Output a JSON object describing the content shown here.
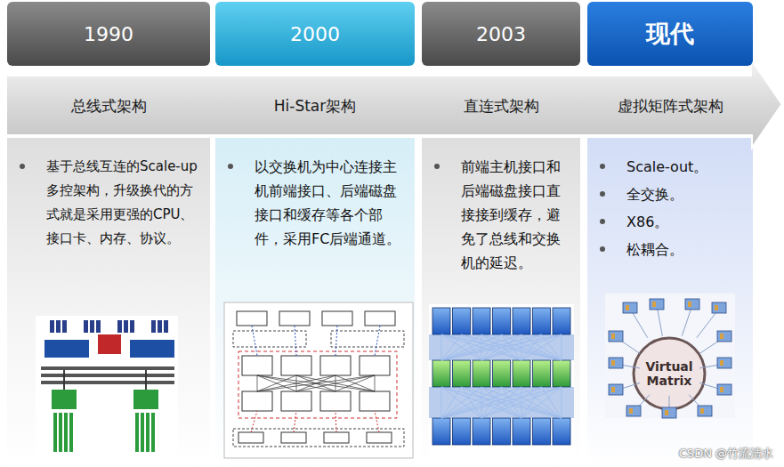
{
  "diagram": {
    "nodes": [
      {
        "text": [
          "1990"
        ]
      },
      {
        "text": [
          "2000"
        ]
      },
      {
        "text": [
          "2003"
        ]
      },
      {
        "text": [
          "现代"
        ]
      },
      {
        "text": [
          "总线式架构"
        ]
      },
      {
        "text": [
          "Hi-Star架构"
        ]
      },
      {
        "text": [
          "直连式架构"
        ]
      },
      {
        "text": [
          "虚拟矩阵式架构"
        ]
      },
      {
        "text": [
          "基于总线互连的Scale-up多控架构，升级换代的方式就是采用更强的CPU、接口卡、内存、协议。"
        ]
      },
      {
        "text": [
          "以交换机为中心连接主机前端接口、后端磁盘接口和缓存等各个部件，采用FC后端通道。"
        ]
      },
      {
        "text": [
          "前端主机接口和后端磁盘接口直接接到缓存，避免了总线和交换机的延迟。"
        ]
      },
      {
        "text": [
          "Scale-out。",
          "全交换。",
          "X86。",
          "松耦合。"
        ]
      }
    ],
    "labels": [
      "Virtual Matrix",
      "CSDN @竹流清水"
    ]
  }
}
